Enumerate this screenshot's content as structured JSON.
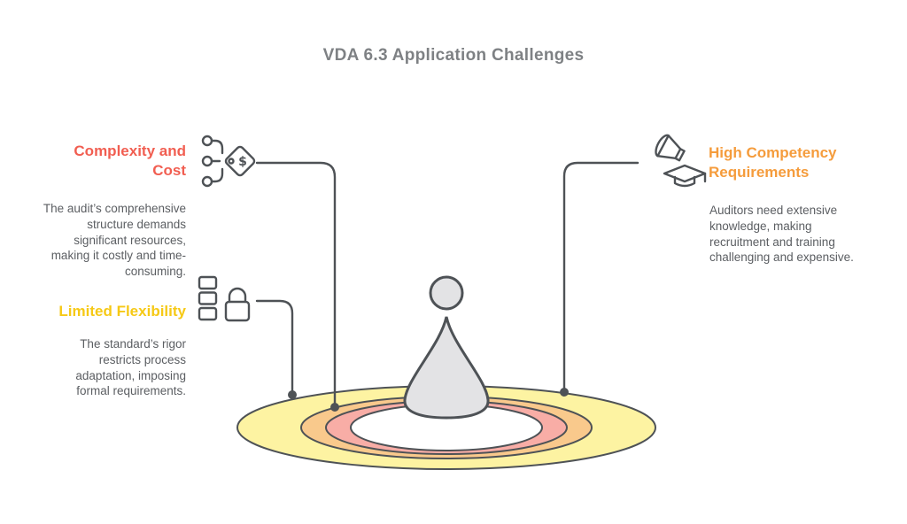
{
  "title": "VDA 6.3 Application Challenges",
  "callouts": [
    {
      "id": "complexity-and-cost",
      "heading": "Complexity and Cost",
      "body": "The audit’s comprehensive structure demands significant resources, making it costly and time-consuming."
    },
    {
      "id": "limited-flexibility",
      "heading": "Limited Flexibility",
      "body": "The standard’s rigor restricts process adaptation, imposing formal requirements."
    },
    {
      "id": "high-competency-requirements",
      "heading": "High Competency Requirements",
      "body": "Auditors need extensive knowledge, making recruitment and training challenging and expensive."
    }
  ],
  "icons": {
    "complexity": "price-tag-dollar-nodes-icon",
    "flexibility": "stack-and-padlock-icon",
    "competency": "megaphone-and-graduation-cap-icon"
  },
  "icon_glyphs": {
    "dollar": "$"
  },
  "colors": {
    "background": "#ffffff",
    "title-text": "#7e8184",
    "body-text": "#5b5e62",
    "line": "#4e5256",
    "accent-red": "#f15e51",
    "accent-yellow": "#f6c916",
    "accent-orange": "#f59c3c",
    "ring-yellow": "#fdf3a2",
    "ring-orange": "#f9c98c",
    "ring-pink": "#f8ada6",
    "ring-white": "#ffffff",
    "figure-fill": "#e3e3e5"
  }
}
